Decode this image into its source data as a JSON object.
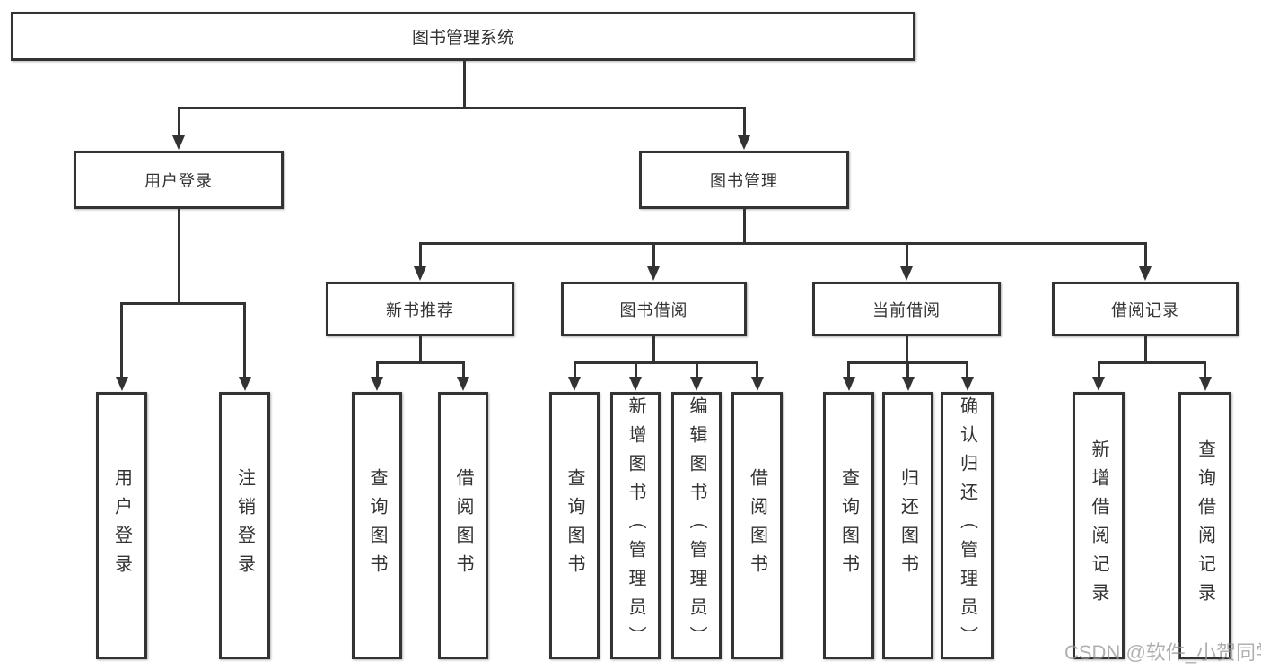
{
  "diagram": {
    "root": "图书管理系统",
    "level2": {
      "user_login": "用户登录",
      "book_mgmt": "图书管理"
    },
    "level3": {
      "new_books": "新书推荐",
      "book_borrow": "图书借阅",
      "current_borrow": "当前借阅",
      "borrow_records": "借阅记录"
    },
    "leaves": {
      "user_login": [
        "用户登录",
        "注销登录"
      ],
      "new_books": [
        "查询图书",
        "借阅图书"
      ],
      "book_borrow": [
        "查询图书",
        "新增图书（管理员）",
        "编辑图书（管理员）",
        "借阅图书"
      ],
      "current_borrow": [
        "查询图书",
        "归还图书",
        "确认归还（管理员）"
      ],
      "borrow_records": [
        "新增借阅记录",
        "查询借阅记录"
      ]
    },
    "line_color": "#333333"
  },
  "watermark": {
    "text": "CSDN @软件_小贺同学"
  }
}
